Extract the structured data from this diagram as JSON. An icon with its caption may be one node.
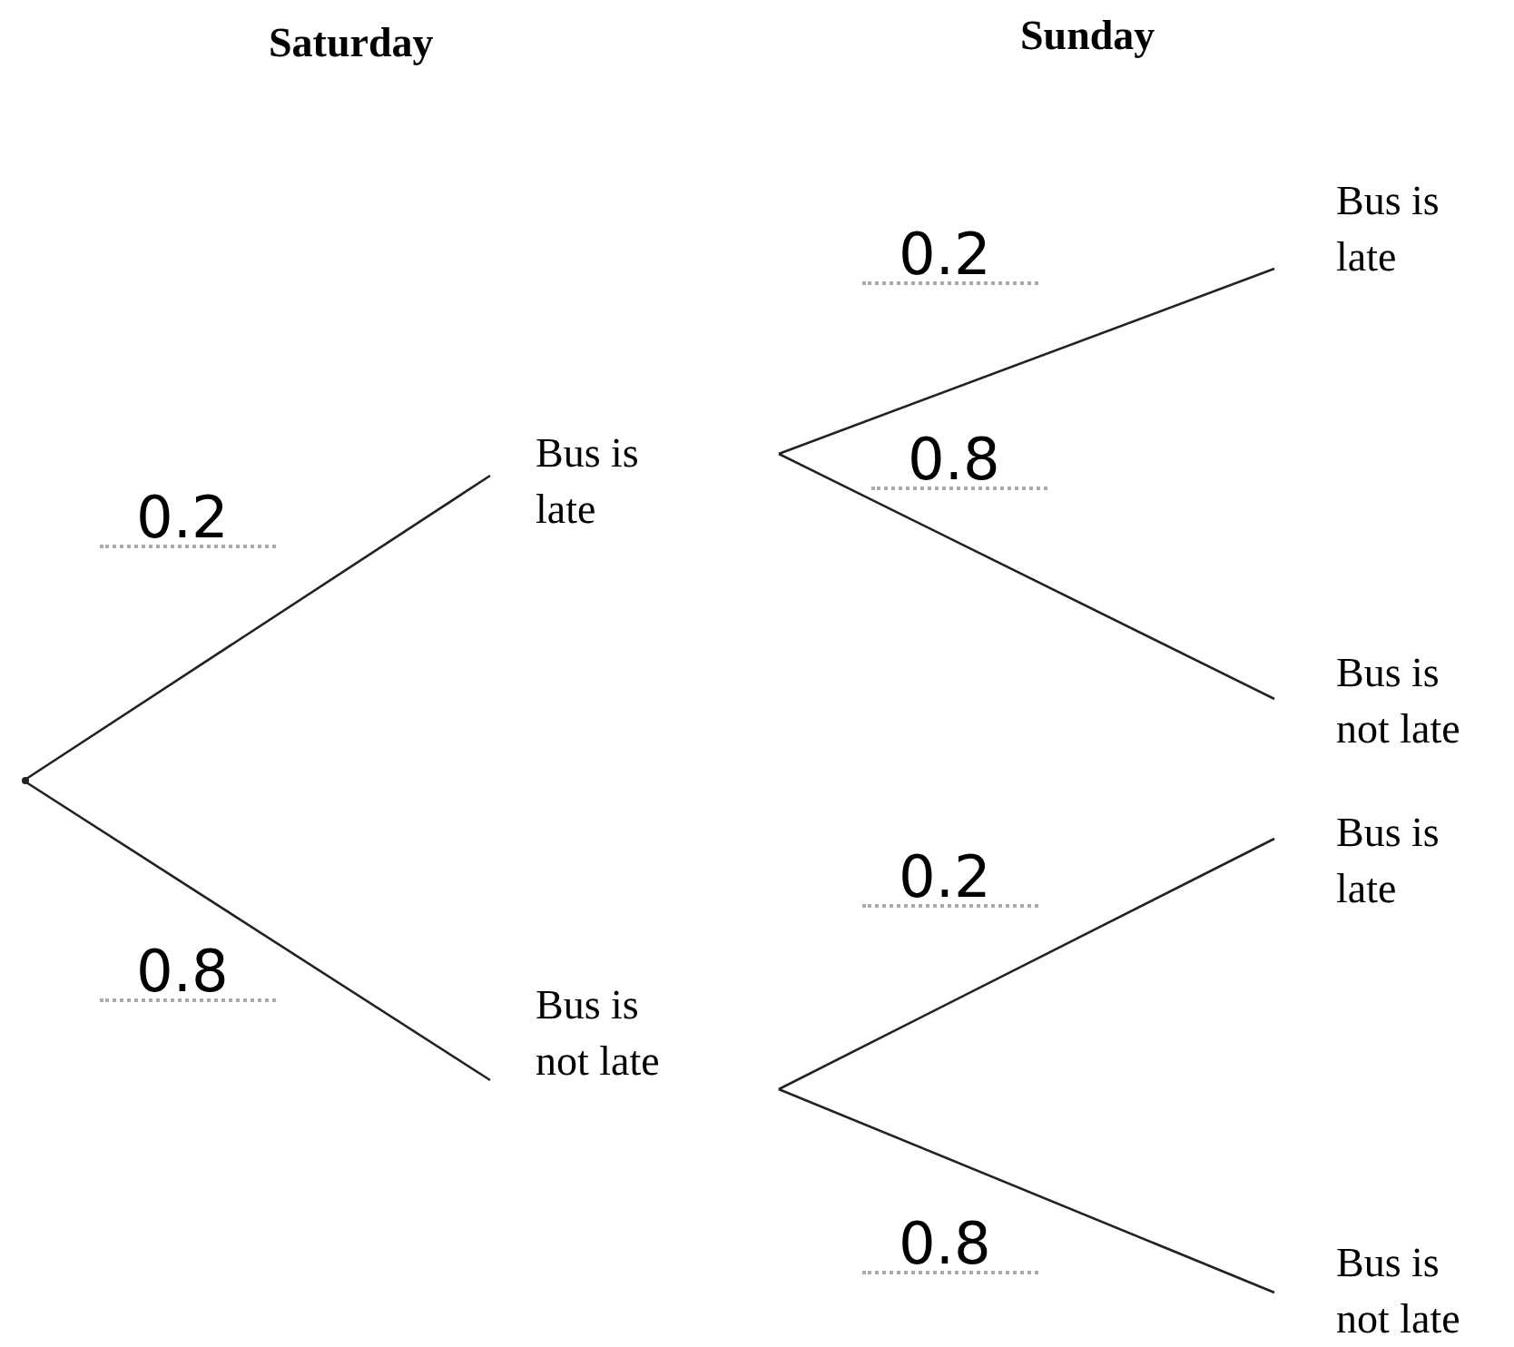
{
  "diagram": {
    "nodes": [
      {
        "text": [],
        "shape": "point"
      },
      {
        "text": [
          "Bus is late"
        ]
      },
      {
        "text": [
          "Bus is not late"
        ]
      },
      {
        "text": [
          "Bus is late"
        ]
      },
      {
        "text": [
          "Bus is not late"
        ]
      },
      {
        "text": [
          "Bus is late"
        ]
      },
      {
        "text": [
          "Bus is not late"
        ]
      }
    ],
    "edges": [
      {
        "from": 0,
        "to": 1,
        "arrow": "none",
        "label": "0.2"
      },
      {
        "from": 0,
        "to": 2,
        "arrow": "none",
        "label": "0.8"
      },
      {
        "from": 1,
        "to": 3,
        "arrow": "none",
        "label": "0.2"
      },
      {
        "from": 1,
        "to": 4,
        "arrow": "none",
        "label": "0.8"
      },
      {
        "from": 2,
        "to": 5,
        "arrow": "none",
        "label": "0.2"
      },
      {
        "from": 2,
        "to": 6,
        "arrow": "none",
        "label": "0.8"
      }
    ],
    "labels": [
      "Saturday",
      "Sunday"
    ]
  }
}
